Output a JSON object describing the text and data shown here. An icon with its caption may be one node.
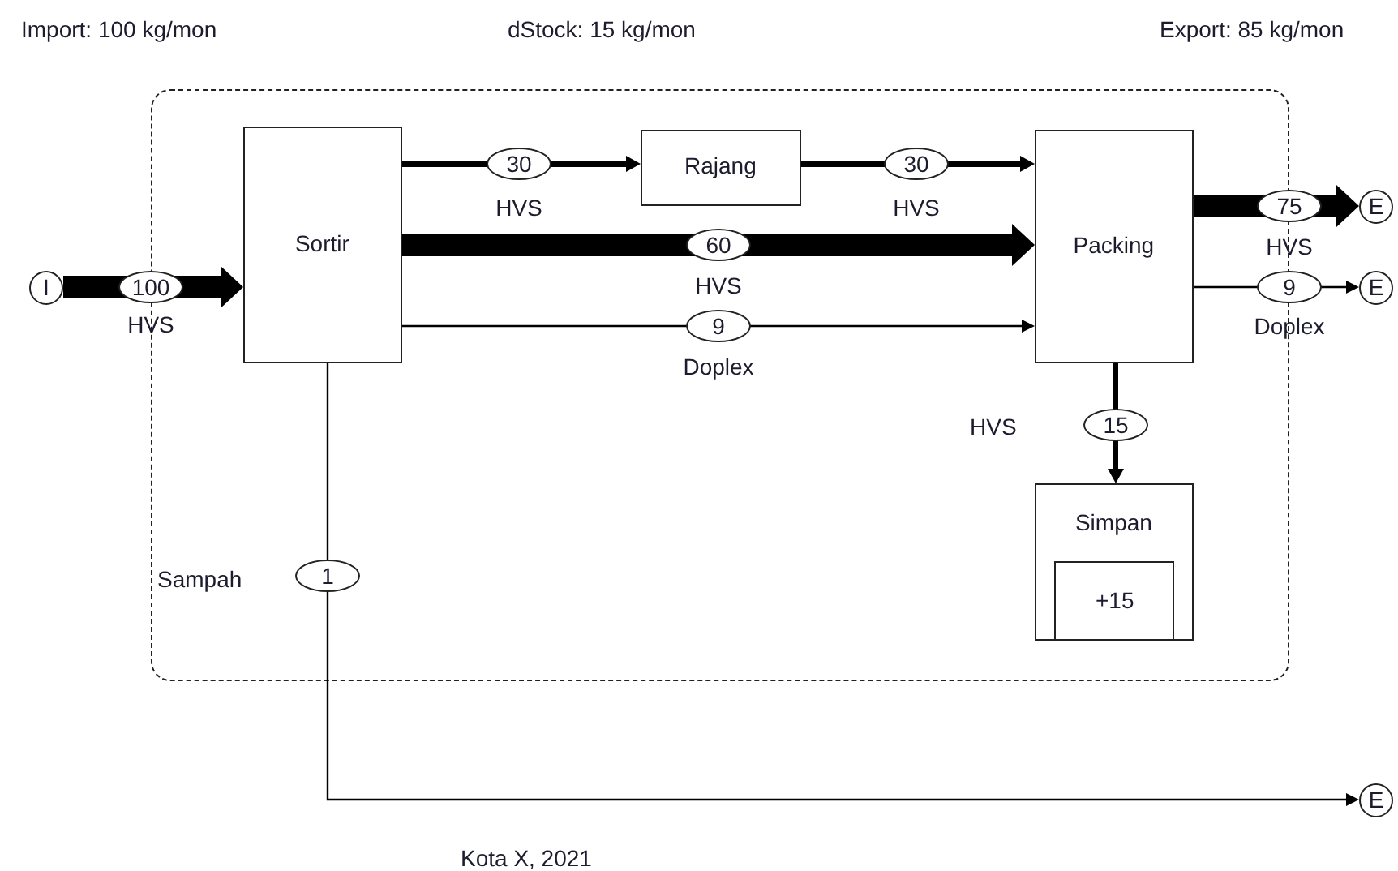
{
  "diagram": {
    "nodes": [
      {
        "text": [],
        "shape": "box"
      },
      {
        "text": [
          "I"
        ]
      },
      {
        "text": [
          "Sortir"
        ],
        "in": 0
      },
      {
        "text": [
          "Rajang"
        ],
        "in": 0
      },
      {
        "text": [
          "Packing"
        ],
        "in": 0
      },
      {
        "text": [
          "Simpan"
        ],
        "in": 0
      },
      {
        "text": [
          "+15"
        ],
        "in": 5
      },
      {
        "text": [
          "E"
        ]
      },
      {
        "text": [
          "E"
        ]
      },
      {
        "text": [
          "E"
        ]
      }
    ],
    "edges": [
      {
        "from": 1,
        "to": 2,
        "arrow": "to",
        "label": "100",
        "style": "thick"
      },
      {
        "from": 2,
        "to": 3,
        "arrow": "to",
        "label": "30"
      },
      {
        "from": 3,
        "to": 4,
        "arrow": "to",
        "label": "30"
      },
      {
        "from": 2,
        "to": 4,
        "arrow": "to",
        "label": "60",
        "style": "thick"
      },
      {
        "from": 2,
        "to": 4,
        "arrow": "to",
        "label": "9"
      },
      {
        "from": 4,
        "to": 7,
        "arrow": "to",
        "label": "75",
        "style": "thick"
      },
      {
        "from": 4,
        "to": 8,
        "arrow": "to",
        "label": "9"
      },
      {
        "from": 4,
        "to": 5,
        "arrow": "to",
        "label": "15"
      },
      {
        "from": 2,
        "to": 9,
        "arrow": "to",
        "label": "1"
      }
    ],
    "labels": [
      "Import: 100 kg/mon",
      "dStock: 15 kg/mon",
      "Export: 85 kg/mon",
      "HVS",
      "HVS",
      "HVS",
      "HVS",
      "HVS",
      "Doplex",
      "Doplex",
      "HVS",
      "Sampah",
      "Kota X, 2021"
    ]
  }
}
